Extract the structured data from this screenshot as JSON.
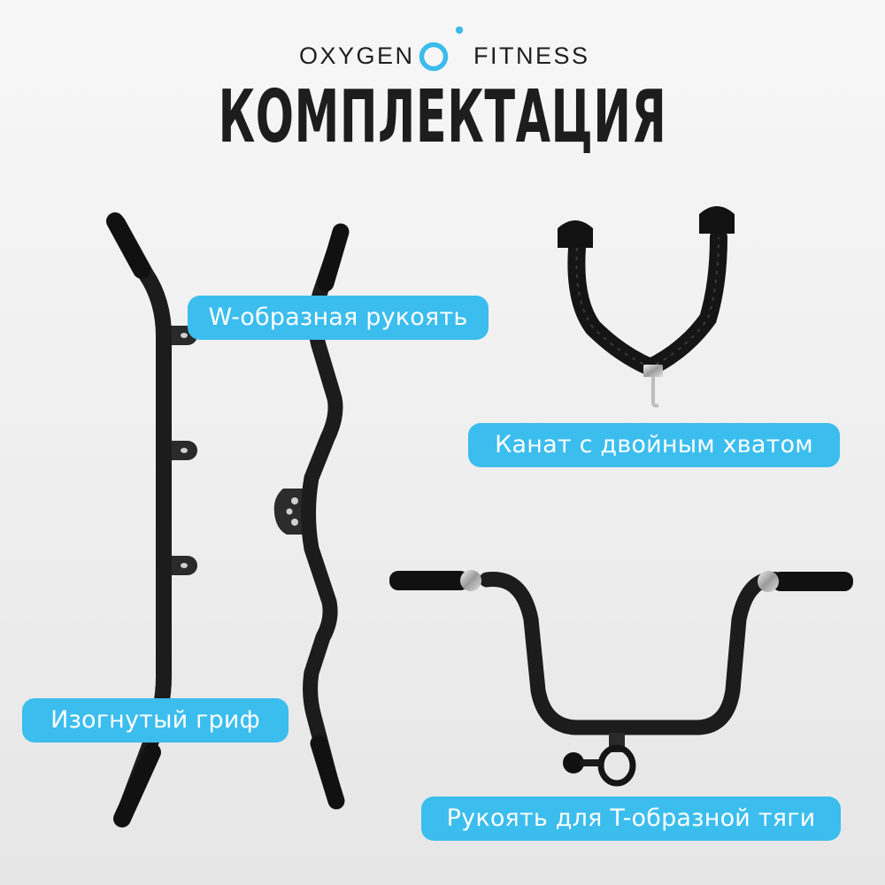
{
  "brand": {
    "left_word": "OXYGEN",
    "right_word": "FITNESS",
    "logo_icon": "ring-with-dot-icon",
    "accent_color": "#3bbdee"
  },
  "title": "КОМПЛЕКТАЦИЯ",
  "colors": {
    "background_top": "#f7f7f7",
    "background_bottom": "#e6e6e6",
    "title_text": "#1d1d1d",
    "label_bg": "#3bbdee",
    "label_text": "#ffffff",
    "product_black": "#1a1a1a"
  },
  "products": [
    {
      "id": "ez-bar",
      "label": "Изогнутый гриф",
      "image": "curved-bar-with-mount-plates"
    },
    {
      "id": "w-handle",
      "label": "W-образная рукоять",
      "image": "w-shaped-handle-bar"
    },
    {
      "id": "rope",
      "label": "Канат с двойным хватом",
      "image": "triceps-rope-with-hook"
    },
    {
      "id": "t-bar",
      "label": "Рукоять для T-образной тяги",
      "image": "t-bar-row-handle"
    }
  ]
}
